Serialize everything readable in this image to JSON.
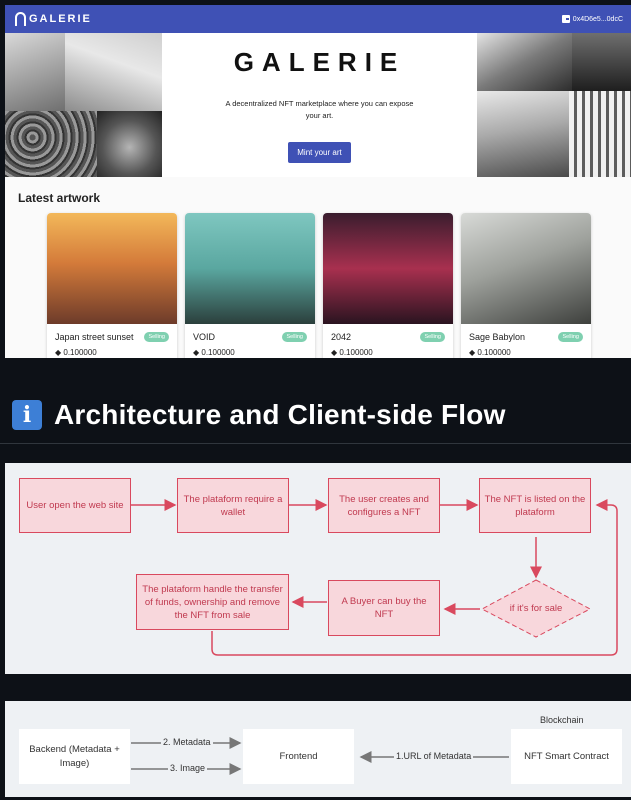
{
  "galerie": {
    "nav": {
      "brand": "GALERIE",
      "wallet_address": "0x4D6e5...0dcC"
    },
    "hero": {
      "title": "GALERIE",
      "subtitle": "A decentralized NFT marketplace where you can expose your art.",
      "cta_label": "Mint your art"
    },
    "latest_heading": "Latest artwork",
    "cards": [
      {
        "title": "Japan street sunset",
        "badge": "Selling",
        "price": "0.100000"
      },
      {
        "title": "VOID",
        "badge": "Selling",
        "price": "0.100000"
      },
      {
        "title": "2042",
        "badge": "Selling",
        "price": "0.100000"
      },
      {
        "title": "Sage Babylon",
        "badge": "Selling",
        "price": "0.100000"
      }
    ],
    "colors": {
      "primary": "#3f51b5",
      "badge": "#7fd0b0"
    }
  },
  "architecture": {
    "icon": "info-icon",
    "title": "Architecture and Client-side Flow"
  },
  "flow": {
    "steps": [
      "User open the web site",
      "The plataform require a wallet",
      "The user creates and configures a NFT",
      "The NFT is listed on the plataform",
      "if it's for sale",
      "A Buyer can buy the NFT",
      "The plataform handle the transfer of funds, ownership and remove the NFT from sale"
    ],
    "colors": {
      "fill": "#f8d7dc",
      "stroke": "#d9495e",
      "text": "#c0394f"
    }
  },
  "blockchain": {
    "group_label": "Blockchain",
    "backend": "Backend (Metadata + Image)",
    "frontend": "Frontend",
    "contract": "NFT Smart Contract",
    "edge_metadata": "2. Metadata",
    "edge_image": "3. Image",
    "edge_url": "1.URL of Metadata"
  }
}
